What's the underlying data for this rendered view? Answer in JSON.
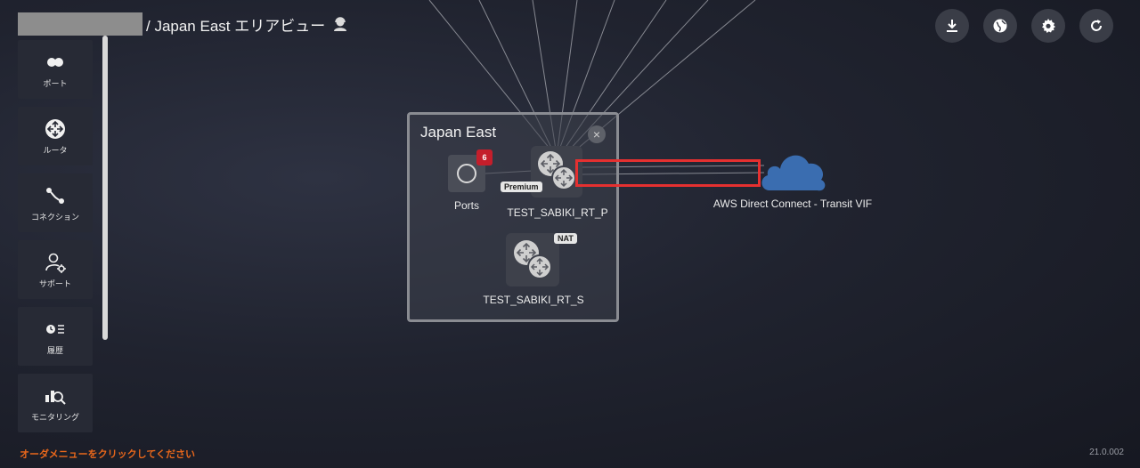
{
  "header": {
    "title": "/ Japan East エリアビュー",
    "support_icon": "support-agent-icon"
  },
  "sidebar": {
    "items": [
      {
        "label": "ポート",
        "icon": "port-icon"
      },
      {
        "label": "ルータ",
        "icon": "router-icon"
      },
      {
        "label": "コネクション",
        "icon": "connection-icon"
      },
      {
        "label": "サポート",
        "icon": "support-settings-icon"
      },
      {
        "label": "履歴",
        "icon": "history-icon"
      },
      {
        "label": "モニタリング",
        "icon": "monitoring-icon"
      }
    ]
  },
  "top_actions": [
    {
      "name": "download-button",
      "icon": "download-icon"
    },
    {
      "name": "globe-button",
      "icon": "globe-icon"
    },
    {
      "name": "settings-button",
      "icon": "gear-icon"
    },
    {
      "name": "refresh-button",
      "icon": "refresh-icon"
    }
  ],
  "area": {
    "title": "Japan East",
    "close_label": "×",
    "ports": {
      "label": "Ports",
      "badge": "6"
    },
    "router_p": {
      "label": "TEST_SABIKI_RT_P",
      "badge": "Premium"
    },
    "router_s": {
      "label": "TEST_SABIKI_RT_S",
      "badge": "NAT"
    }
  },
  "cloud": {
    "label": "AWS Direct Connect - Transit VIF",
    "color": "#3a6db0"
  },
  "footer": {
    "hint": "オーダメニューをクリックしてください",
    "version": "21.0.002"
  },
  "colors": {
    "accent_orange": "#e8671b",
    "badge_red": "#c41e2b",
    "highlight_red": "#e53030"
  }
}
